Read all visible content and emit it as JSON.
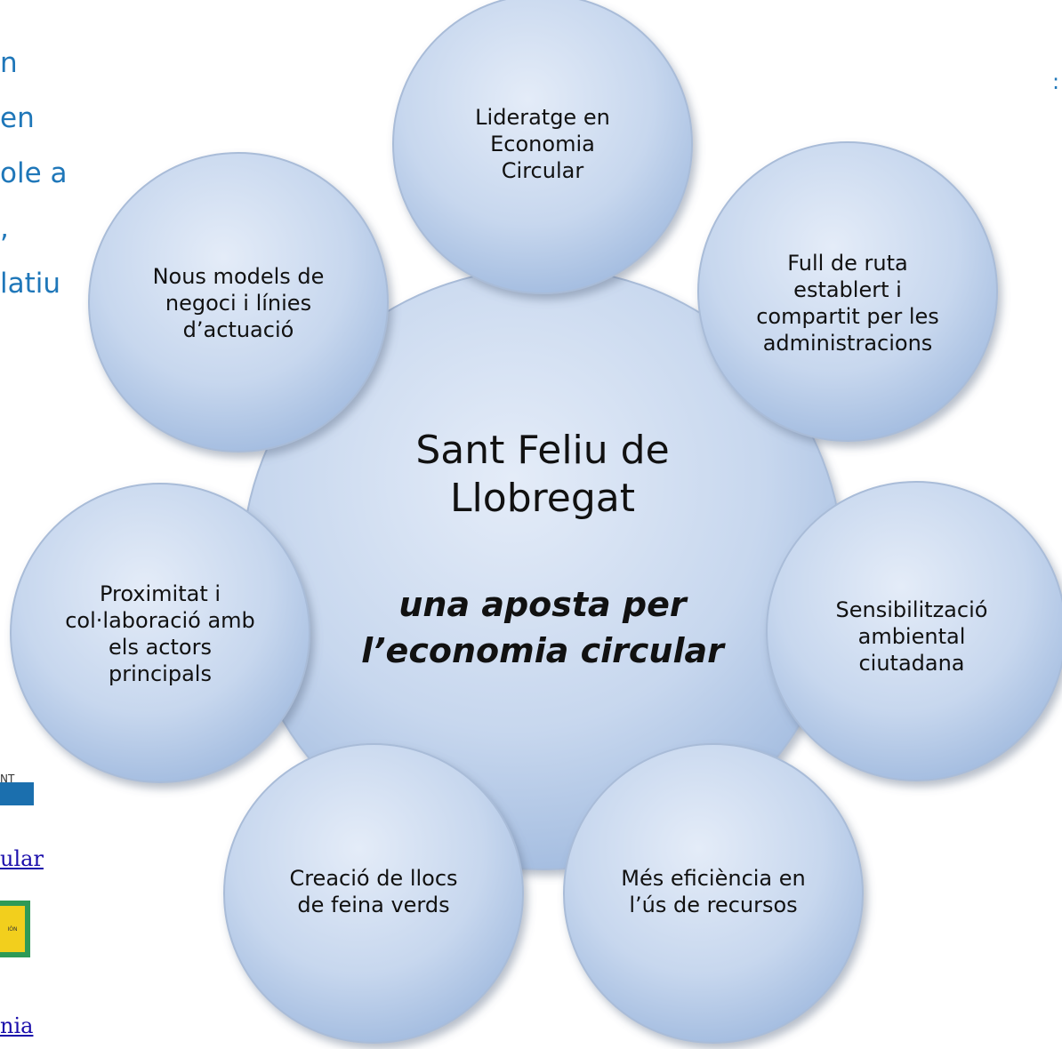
{
  "left_text": [
    "n",
    "en",
    "ole a",
    ",",
    "",
    "latiu"
  ],
  "right_text": ":",
  "logo_a_text": "NT",
  "logo_b_text": "IÓN",
  "links": [
    "ular",
    "nia"
  ],
  "center": {
    "title_line1": "Sant Feliu de",
    "title_line2": "Llobregat",
    "subtitle_line1": "una aposta per",
    "subtitle_line2": "l’economia circular"
  },
  "nodes": [
    {
      "name": "node-lideratge",
      "lines": [
        "Lideratge en",
        "Economia",
        "Circular"
      ]
    },
    {
      "name": "node-full-de-ruta",
      "lines": [
        "Full de ruta",
        "establert i",
        "compartit per les",
        "administracions"
      ]
    },
    {
      "name": "node-sensibilitzacio",
      "lines": [
        "Sensibilització",
        "ambiental",
        "ciutadana"
      ]
    },
    {
      "name": "node-eficiencia",
      "lines": [
        "Més eficiència en",
        "l’ús de recursos"
      ]
    },
    {
      "name": "node-llocs-de-feina",
      "lines": [
        "Creació de llocs",
        "de feina verds"
      ]
    },
    {
      "name": "node-proximitat",
      "lines": [
        "Proximitat i",
        "col·laboració amb",
        "els actors",
        "principals"
      ]
    },
    {
      "name": "node-nous-models",
      "lines": [
        "Nous models de",
        "negoci i línies",
        "d’actuació"
      ]
    }
  ],
  "colors": {
    "circle_fill_light": "#dbe6f5",
    "circle_fill_dark": "#a9c2e3",
    "circle_stroke": "#9fb6d6",
    "accent_text": "#1f77b9"
  }
}
